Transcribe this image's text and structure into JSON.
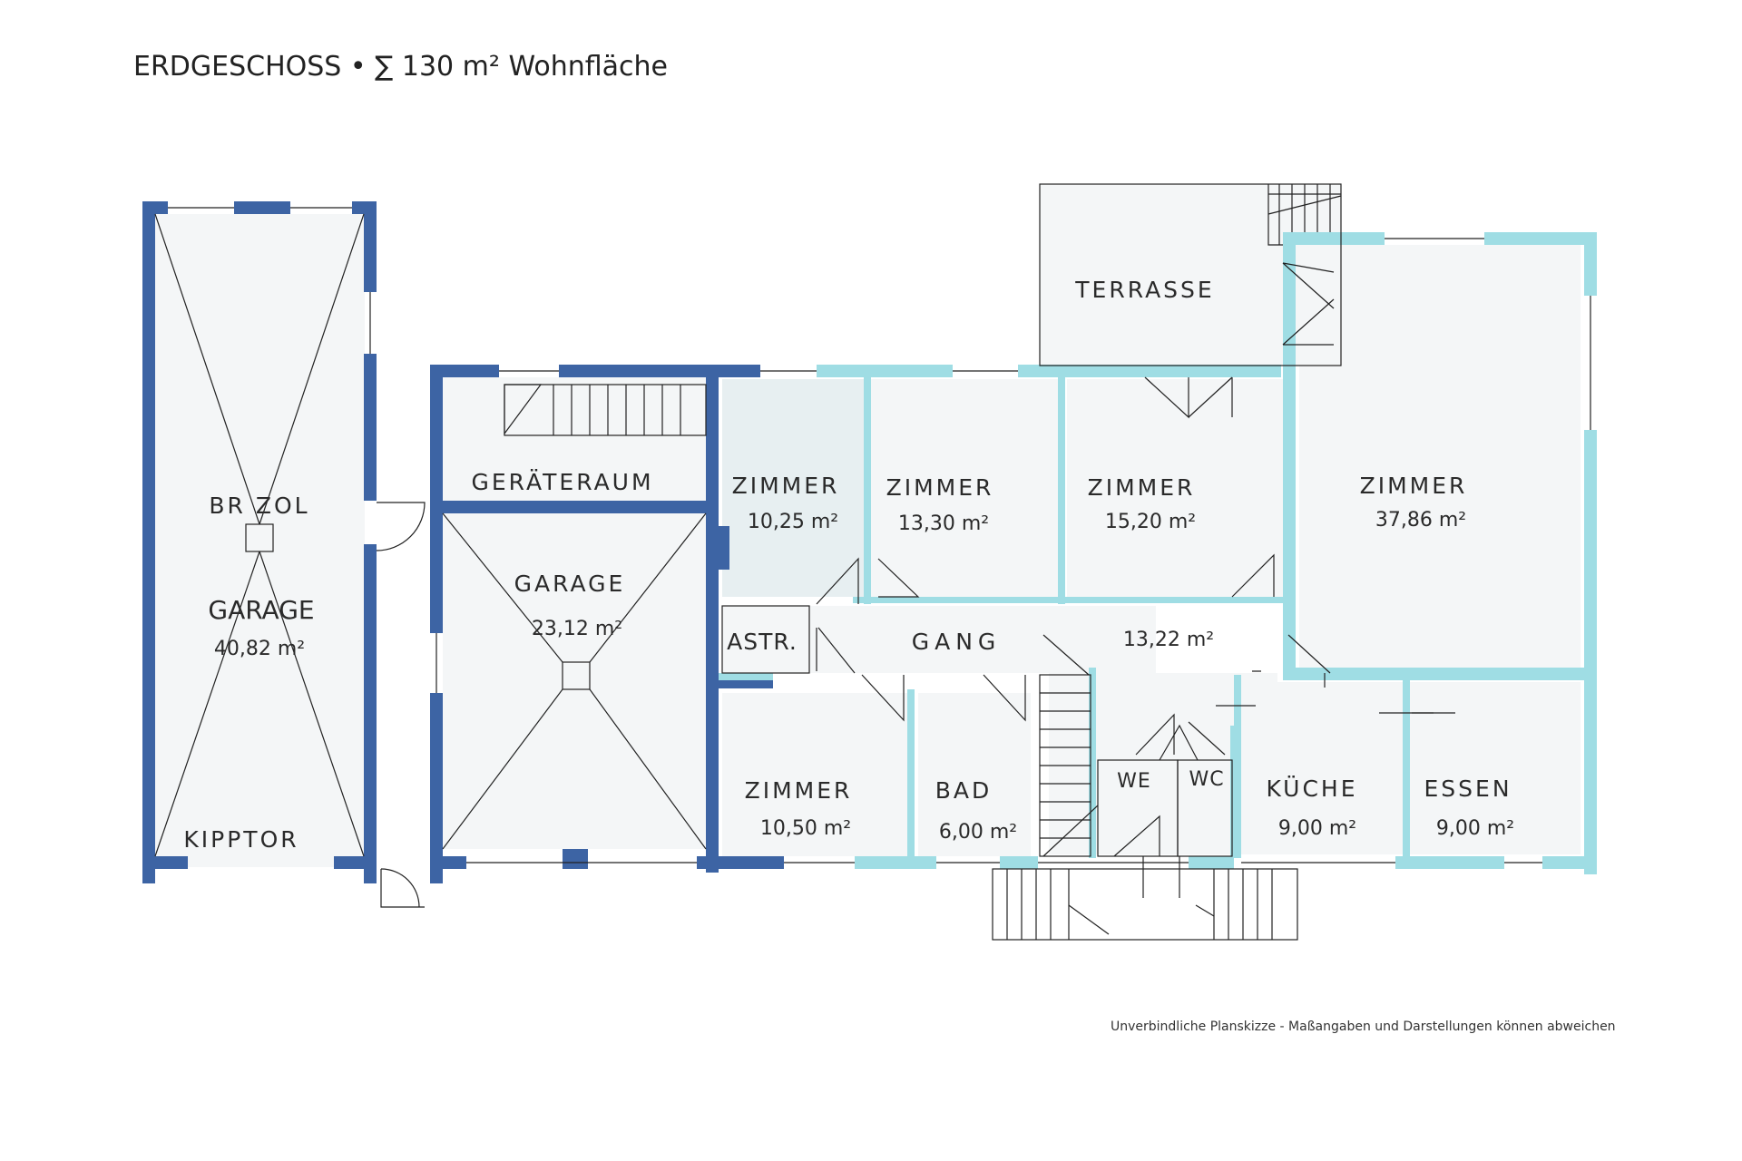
{
  "title": "ERDGESCHOSS • ∑ 130 m² Wohnfläche",
  "colors": {
    "dark_wall": "#3d64a4",
    "light_wall": "#9fdde4",
    "room_fill": "#f4f6f7",
    "room_tinted": "#e7eff1",
    "line": "#222222"
  },
  "rooms": {
    "garage_large": {
      "label": "GARAGE",
      "sub": "BR ZOL",
      "gate": "KIPPTOR",
      "area": "40,82 m²"
    },
    "geraeteraum": {
      "label": "GERÄTERAUM"
    },
    "garage_small": {
      "label": "GARAGE",
      "area": "23,12 m²"
    },
    "terrasse": {
      "label": "TERRASSE"
    },
    "zimmer1": {
      "label": "ZIMMER",
      "area": "10,25 m²"
    },
    "zimmer2": {
      "label": "ZIMMER",
      "area": "13,30 m²"
    },
    "zimmer3": {
      "label": "ZIMMER",
      "area": "15,20 m²"
    },
    "zimmer4": {
      "label": "ZIMMER",
      "area": "37,86 m²"
    },
    "astr": {
      "label": "ASTR."
    },
    "gang": {
      "label": "GANG",
      "area": "13,22 m²"
    },
    "zimmer5": {
      "label": "ZIMMER",
      "area": "10,50 m²"
    },
    "bad": {
      "label": "BAD",
      "area": "6,00 m²"
    },
    "we": {
      "label": "WE"
    },
    "wc": {
      "label": "WC"
    },
    "kueche": {
      "label": "KÜCHE",
      "area": "9,00 m²"
    },
    "essen": {
      "label": "ESSEN",
      "area": "9,00 m²"
    }
  },
  "disclaimer": "Unverbindliche Planskizze - Maßangaben und Darstellungen können abweichen"
}
